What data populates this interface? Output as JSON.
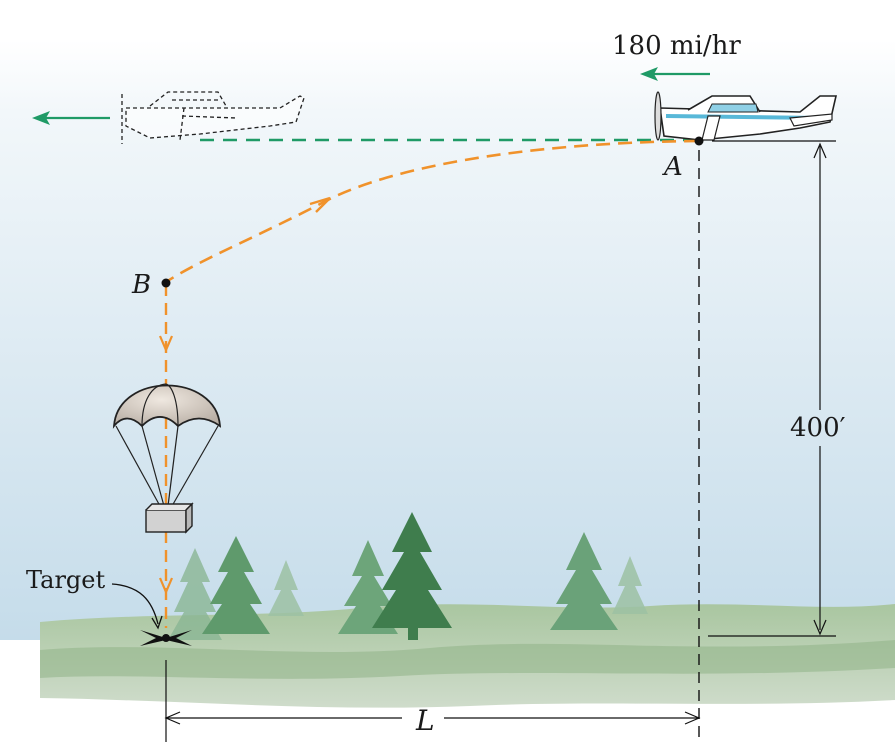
{
  "speed_label": "180 mi/hr",
  "point_a": "A",
  "point_b": "B",
  "height_label": "400′",
  "distance_label": "L",
  "target_label": "Target",
  "colors": {
    "sky_top": "#ffffff",
    "sky_bottom": "#c9dfec",
    "trajectory": "#f0922b",
    "flight_path": "#1f9a66",
    "velocity_arrow": "#1f9a66",
    "ground": "#9ebd95",
    "tree": "#4f8a5c"
  },
  "icons": [
    "airplane-icon",
    "ghost-airplane-icon",
    "parachute-icon",
    "package-icon",
    "target-marker-icon",
    "tree-icon"
  ]
}
